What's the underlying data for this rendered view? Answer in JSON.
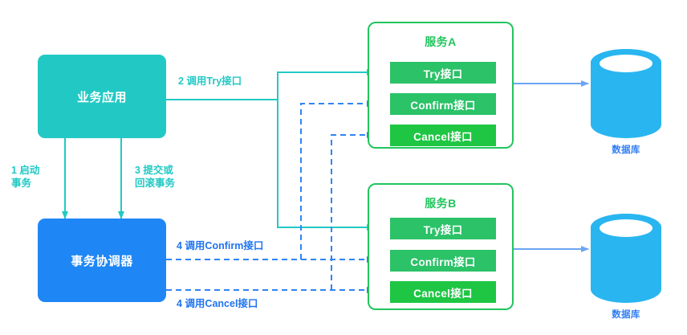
{
  "diagram": {
    "title": "TCC distributed transaction flow",
    "colors": {
      "teal": "#22c9c4",
      "blue": "#1f87f5",
      "green": "#22c55e",
      "green_fill": "#2bc268",
      "green_fill_strong": "#1ec643",
      "db_blue": "#29b6f0",
      "arrow_blue": "#6ba6f5",
      "label_blue": "#1f74f0"
    }
  },
  "nodes": {
    "business_app": {
      "label": "业务应用"
    },
    "tx_coordinator": {
      "label": "事务协调器"
    }
  },
  "services": [
    {
      "id": "service-a",
      "title": "服务A",
      "interfaces": [
        {
          "id": "try",
          "label": "Try接口"
        },
        {
          "id": "confirm",
          "label": "Confirm接口"
        },
        {
          "id": "cancel",
          "label": "Cancel接口"
        }
      ]
    },
    {
      "id": "service-b",
      "title": "服务B",
      "interfaces": [
        {
          "id": "try",
          "label": "Try接口"
        },
        {
          "id": "confirm",
          "label": "Confirm接口"
        },
        {
          "id": "cancel",
          "label": "Cancel接口"
        }
      ]
    }
  ],
  "databases": [
    {
      "id": "db-a",
      "label": "数据库"
    },
    {
      "id": "db-b",
      "label": "数据库"
    }
  ],
  "edge_labels": {
    "start_tx": "1 启动\n事务",
    "commit_or_rollback": "3 提交或\n回滚事务",
    "call_try": "2 调用Try接口",
    "call_confirm": "4 调用Confirm接口",
    "call_cancel": "4 调用Cancel接口"
  }
}
